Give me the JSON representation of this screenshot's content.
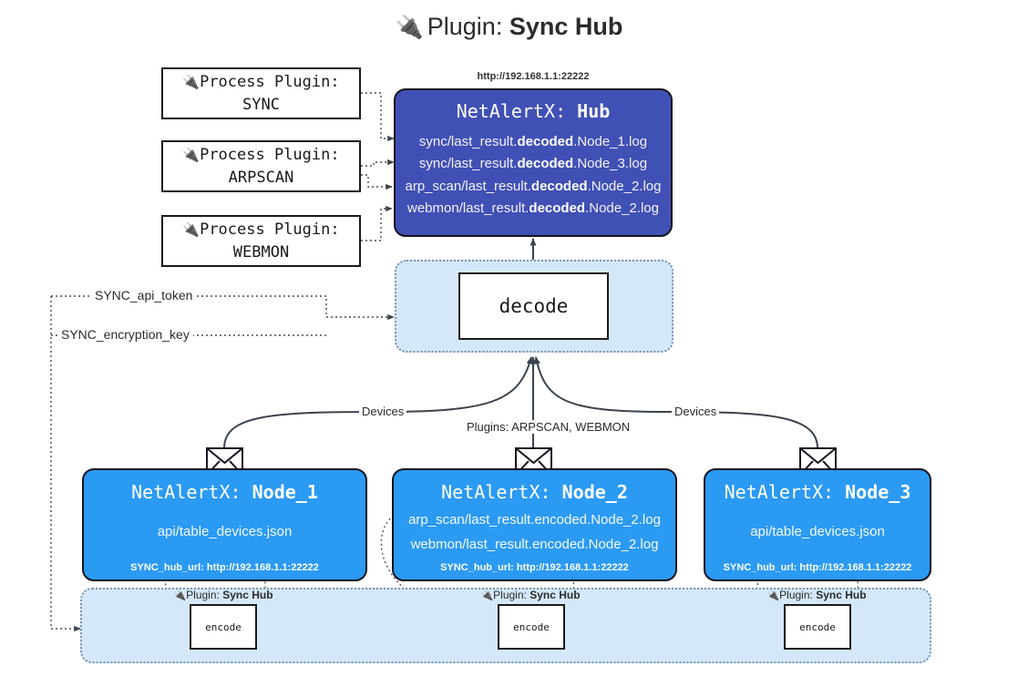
{
  "title": {
    "icon": "plug-icon",
    "prefix": "Plugin:",
    "name": "Sync Hub"
  },
  "colors": {
    "hub_fill": "#4150b5",
    "node_fill": "#2b9af3",
    "container_fill": "#d5e8fa",
    "container_border": "#7b93ab",
    "box_border": "#1a1a1a",
    "text_dark": "#2b2b2b"
  },
  "process_plugins": [
    {
      "icon": "plug-icon",
      "line1": "Process Plugin:",
      "line2": "SYNC"
    },
    {
      "icon": "plug-icon",
      "line1": "Process Plugin:",
      "line2": "ARPSCAN"
    },
    {
      "icon": "plug-icon",
      "line1": "Process Plugin:",
      "line2": "WEBMON"
    }
  ],
  "hub": {
    "url": "http://192.168.1.1:22222",
    "title_prefix": "NetAlertX:",
    "title_name": "Hub",
    "logs": [
      {
        "pre": "sync/last_result.",
        "em": "decoded",
        "post": ".Node_1.log"
      },
      {
        "pre": "sync/last_result.",
        "em": "decoded",
        "post": ".Node_3.log"
      },
      {
        "pre": "arp_scan/last_result.",
        "em": "decoded",
        "post": ".Node_2.log"
      },
      {
        "pre": "webmon/last_result.",
        "em": "decoded",
        "post": ".Node_2.log"
      }
    ]
  },
  "decode": {
    "label": "decode"
  },
  "secrets": [
    {
      "label": "SYNC_api_token"
    },
    {
      "label": "SYNC_encryption_key"
    }
  ],
  "edge_labels": {
    "devices_left": "Devices",
    "devices_right": "Devices",
    "plugins_center": "Plugins: ARPSCAN, WEBMON"
  },
  "nodes": [
    {
      "icon": "envelope-icon",
      "title_prefix": "NetAlertX:",
      "title_name": "Node_1",
      "lines": [
        "api/table_devices.json"
      ],
      "footer": "SYNC_hub_url: http://192.168.1.1:22222"
    },
    {
      "icon": "envelope-icon",
      "title_prefix": "NetAlertX:",
      "title_name": "Node_2",
      "lines": [
        "arp_scan/last_result.encoded.Node_2.log",
        "webmon/last_result.encoded.Node_2.log"
      ],
      "footer": "SYNC_hub_url: http://192.168.1.1:22222"
    },
    {
      "icon": "envelope-icon",
      "title_prefix": "NetAlertX:",
      "title_name": "Node_3",
      "lines": [
        "api/table_devices.json"
      ],
      "footer": "SYNC_hub_url: http://192.168.1.1:22222"
    }
  ],
  "plugin_captions": [
    {
      "icon": "plug-icon",
      "prefix": "Plugin:",
      "name": "Sync Hub",
      "box": "encode"
    },
    {
      "icon": "plug-icon",
      "prefix": "Plugin:",
      "name": "Sync Hub",
      "box": "encode"
    },
    {
      "icon": "plug-icon",
      "prefix": "Plugin:",
      "name": "Sync Hub",
      "box": "encode"
    }
  ]
}
